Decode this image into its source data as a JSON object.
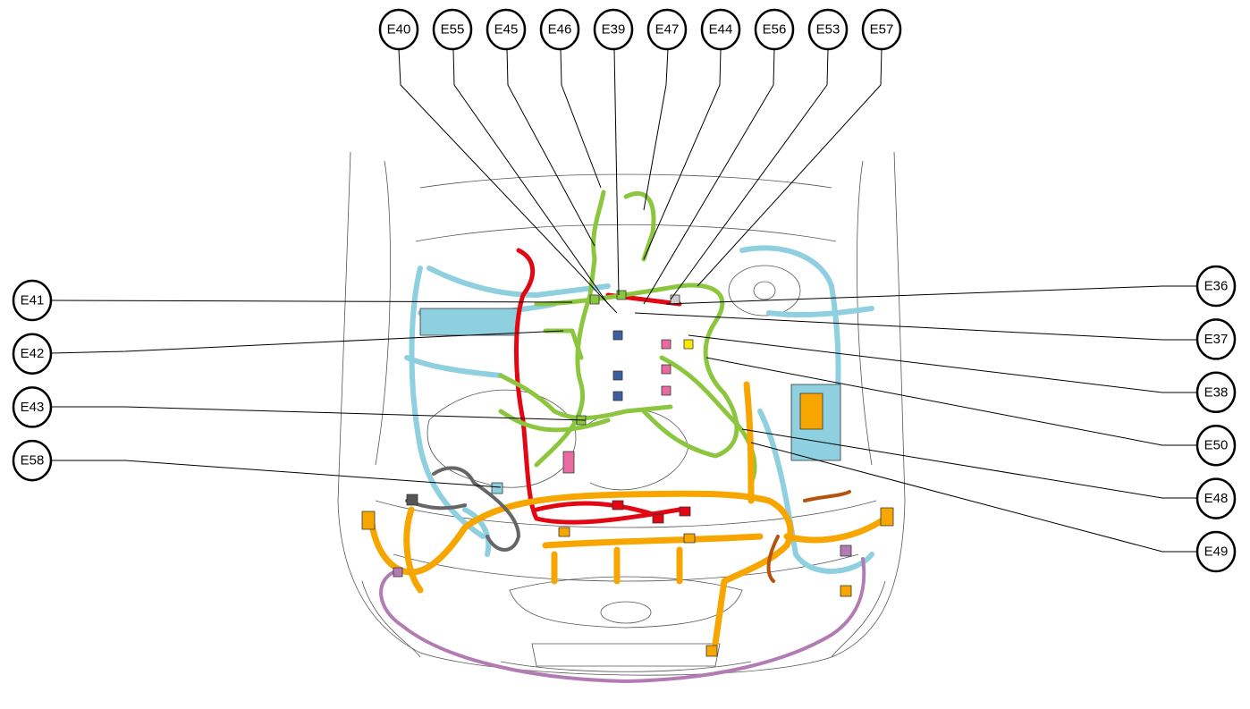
{
  "top_labels": [
    "E40",
    "E55",
    "E45",
    "E46",
    "E39",
    "E47",
    "E44",
    "E56",
    "E53",
    "E57"
  ],
  "left_labels": [
    "E41",
    "E42",
    "E43",
    "E58"
  ],
  "right_labels": [
    "E36",
    "E37",
    "E38",
    "E50",
    "E48",
    "E49"
  ],
  "colors": {
    "green": "#8cc63f",
    "light_blue": "#8ecfe0",
    "orange": "#f7a600",
    "red": "#e30613",
    "purple": "#b27bb3",
    "brown": "#b5530e",
    "dark_blue": "#3b5fa0",
    "pink": "#e86aa0",
    "gray": "#666666"
  }
}
